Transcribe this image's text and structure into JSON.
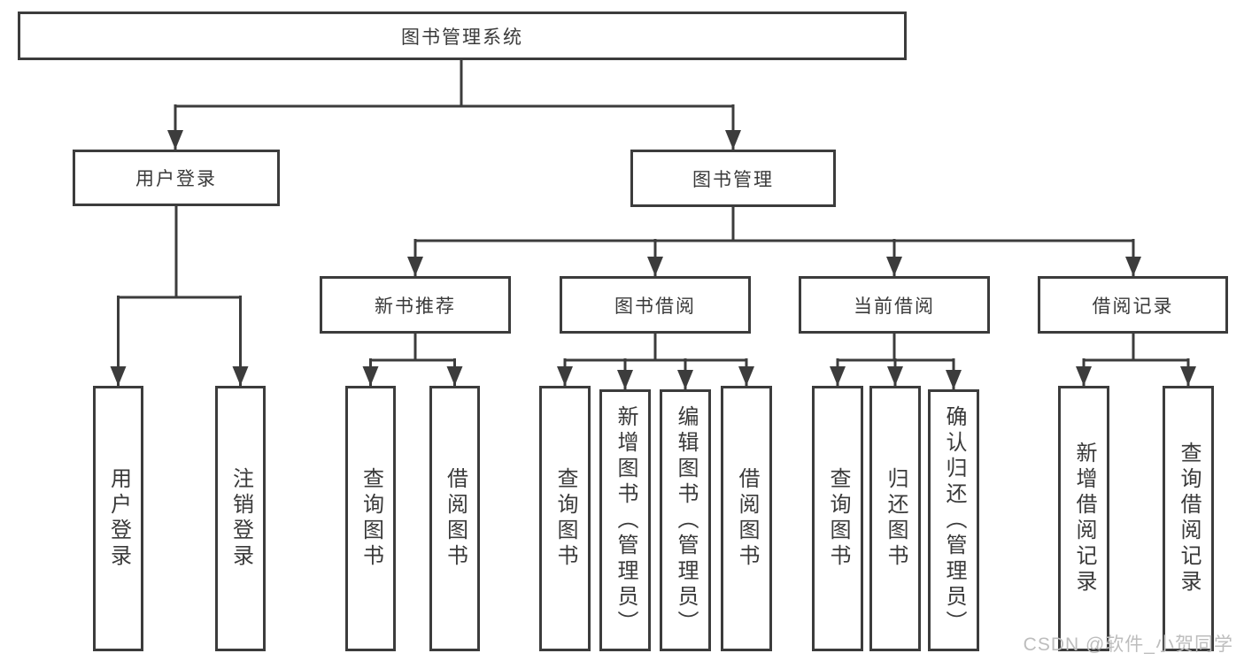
{
  "diagram": {
    "colors": {
      "line": "#3c3c3c",
      "text": "#3a3a3a",
      "box_background": "#ffffff",
      "watermark": "#bdbdbd",
      "background": "#ffffff"
    },
    "root": {
      "label": "图书管理系统"
    },
    "level2": [
      {
        "label": "用户登录"
      },
      {
        "label": "图书管理"
      }
    ],
    "level3": [
      {
        "label": "新书推荐"
      },
      {
        "label": "图书借阅"
      },
      {
        "label": "当前借阅"
      },
      {
        "label": "借阅记录"
      }
    ],
    "leaves": [
      {
        "label": "用户登录"
      },
      {
        "label": "注销登录"
      },
      {
        "label": "查询图书"
      },
      {
        "label": "借阅图书"
      },
      {
        "label": "查询图书"
      },
      {
        "label": "新增图书（管理员）"
      },
      {
        "label": "编辑图书（管理员）"
      },
      {
        "label": "借阅图书"
      },
      {
        "label": "查询图书"
      },
      {
        "label": "归还图书"
      },
      {
        "label": "确认归还（管理员）"
      },
      {
        "label": "新增借阅记录"
      },
      {
        "label": "查询借阅记录"
      }
    ],
    "watermark": "CSDN @软件_小贺同学"
  }
}
